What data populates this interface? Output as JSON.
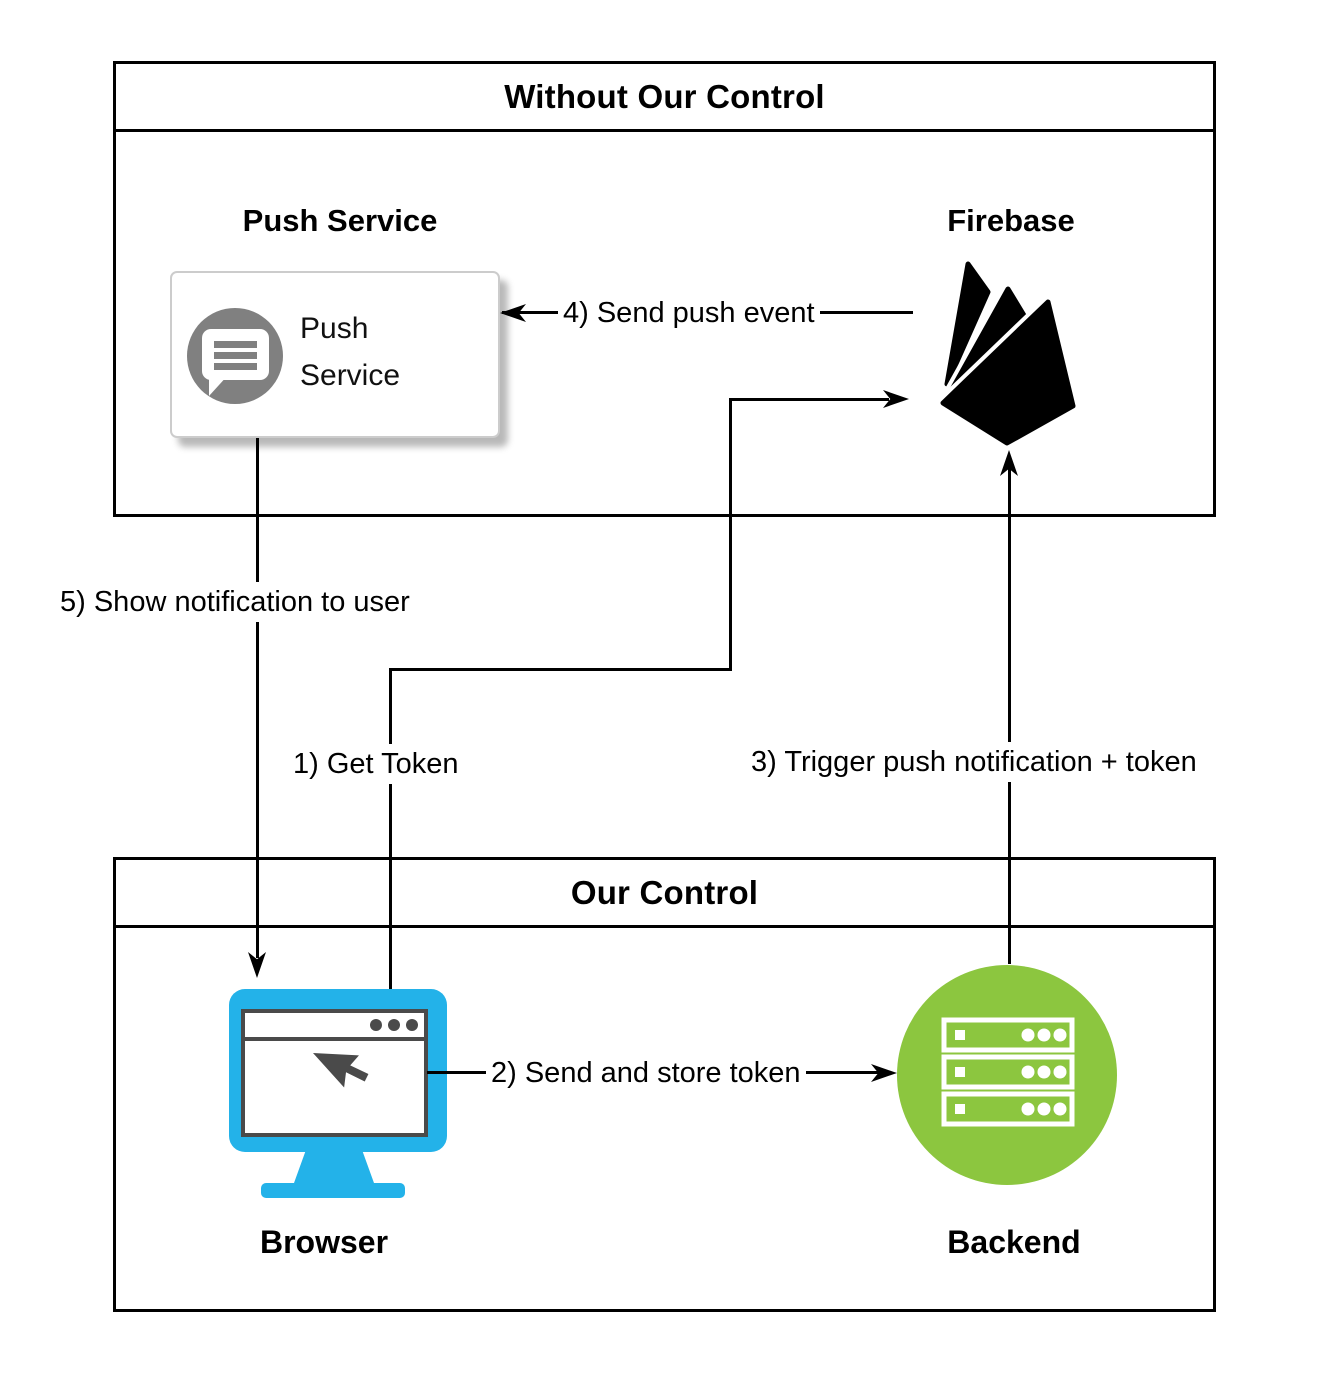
{
  "diagram": {
    "zones": {
      "external": {
        "title": "Without Our Control"
      },
      "internal": {
        "title": "Our Control"
      }
    },
    "nodes": {
      "push_service": {
        "heading": "Push Service",
        "card_line1": "Push",
        "card_line2": "Service",
        "icon": "chat-bubble-icon"
      },
      "firebase": {
        "heading": "Firebase",
        "icon": "firebase-flame-icon"
      },
      "browser": {
        "label": "Browser",
        "icon": "monitor-browser-icon"
      },
      "backend": {
        "label": "Backend",
        "icon": "server-stack-icon"
      }
    },
    "flows": [
      {
        "id": 1,
        "label": "1) Get Token",
        "from": "browser",
        "to": "firebase"
      },
      {
        "id": 2,
        "label": "2) Send and store token",
        "from": "browser",
        "to": "backend"
      },
      {
        "id": 3,
        "label": "3) Trigger push notification + token",
        "from": "backend",
        "to": "firebase"
      },
      {
        "id": 4,
        "label": "4) Send push event",
        "from": "firebase",
        "to": "push_service"
      },
      {
        "id": 5,
        "label": "5) Show notification to user",
        "from": "push_service",
        "to": "browser"
      }
    ],
    "colors": {
      "browser_accent": "#23B2E9",
      "backend_accent": "#8CC63F",
      "push_icon_gray": "#808080",
      "monitor_detail_gray": "#4A4A4A",
      "line": "#000000"
    }
  }
}
